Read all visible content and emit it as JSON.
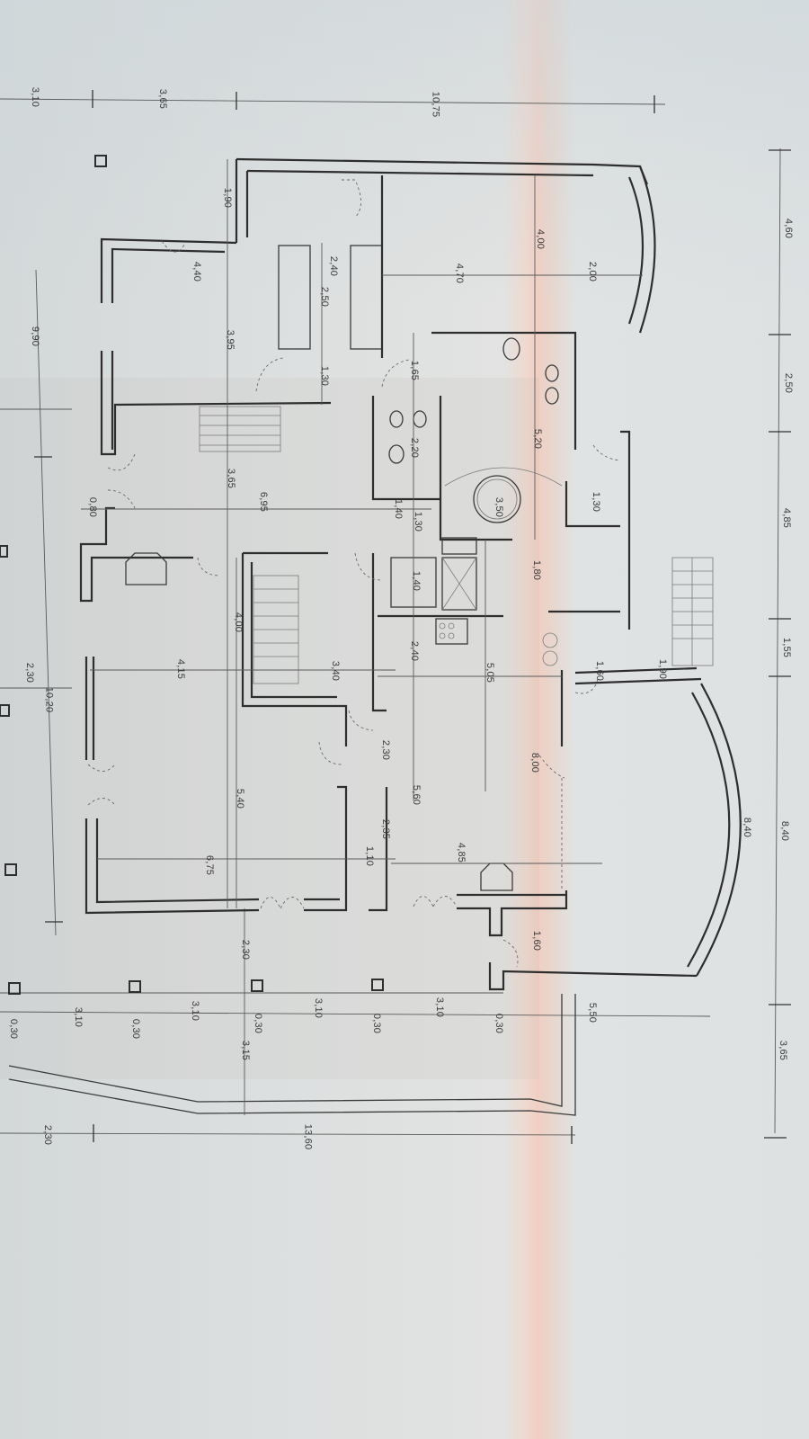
{
  "document": {
    "type": "architectural floor plan (photographed, rotated 90°)",
    "paper_color": "#dcdfdf",
    "crease_color": "#f1cfc2",
    "line_color": "#2e2e2e"
  },
  "dimensions": {
    "top_chain": [
      "3,10",
      "3,65",
      "10,75"
    ],
    "right_chain": [
      "4,60",
      "2,50",
      "4,85",
      "1,55",
      "8,40",
      "3,65"
    ],
    "left_chain": [
      "9,90",
      "2,30",
      "10,20"
    ],
    "bottom_column_chain": [
      "0,30",
      "3,10",
      "0,30",
      "3,10",
      "0,30",
      "3,10",
      "0,30",
      "5,50"
    ],
    "bottom_overall": [
      "2,30",
      "13,60"
    ],
    "bottom_misc": [
      "3,15",
      "2,30"
    ],
    "interior": {
      "upper_left_room": [
        "1,90",
        "4,40",
        "3,95"
      ],
      "wardrobe": [
        "2,40",
        "2,50",
        "1,30"
      ],
      "master_room": [
        "4,70",
        "4,00",
        "2,00"
      ],
      "bath_area": [
        "1,65",
        "2,20",
        "5,20"
      ],
      "hall": [
        "3,65",
        "6,95",
        "0,80",
        "1,40",
        "1,30",
        "1,40"
      ],
      "round_room": [
        "3,50",
        "1,30",
        "1,80"
      ],
      "living": [
        "4,15",
        "4,00",
        "3,40",
        "5,40",
        "6,75"
      ],
      "corridor": [
        "2,40",
        "2,30",
        "5,60",
        "2,35",
        "1,10"
      ],
      "kitchen_dining": [
        "5,05",
        "4,85",
        "8,00",
        "1,60",
        "1,60",
        "1,90"
      ],
      "veranda": [
        "8,40"
      ]
    }
  }
}
